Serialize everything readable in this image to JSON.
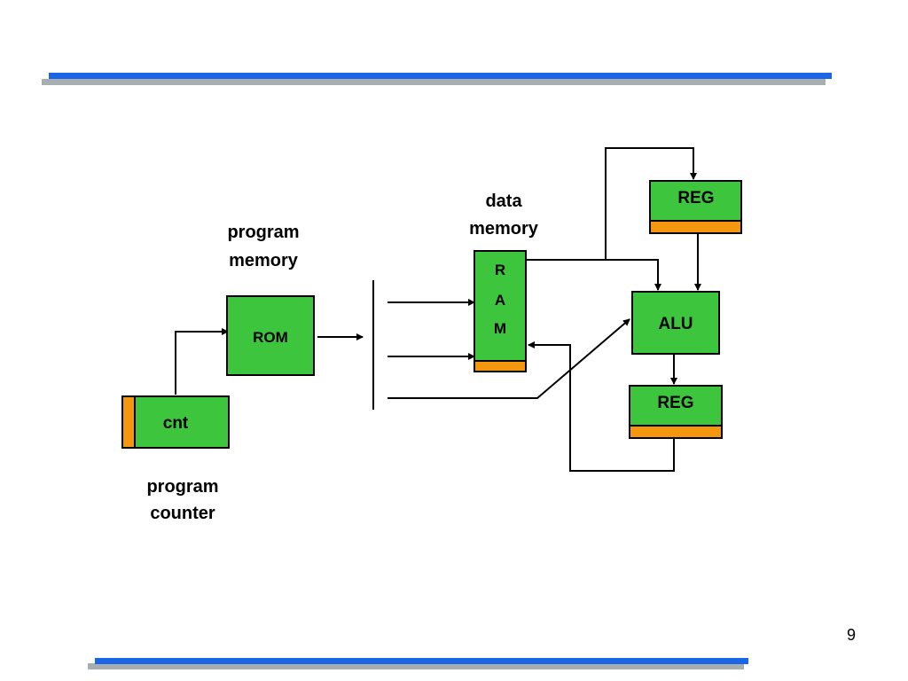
{
  "labels": {
    "program_memory": [
      "program",
      "memory"
    ],
    "data_memory": [
      "data",
      "memory"
    ],
    "program_counter": [
      "program",
      "counter"
    ]
  },
  "blocks": {
    "rom": "ROM",
    "cnt": "cnt",
    "ram": [
      "R",
      "A",
      "M"
    ],
    "alu": "ALU",
    "reg_top": "REG",
    "reg_bottom": "REG"
  },
  "page_number": "9",
  "colors": {
    "block_fill": "#3dc63d",
    "register_stripe": "#f5960f",
    "rule_blue": "#1a66e6",
    "rule_gray": "#a6aeb0"
  }
}
